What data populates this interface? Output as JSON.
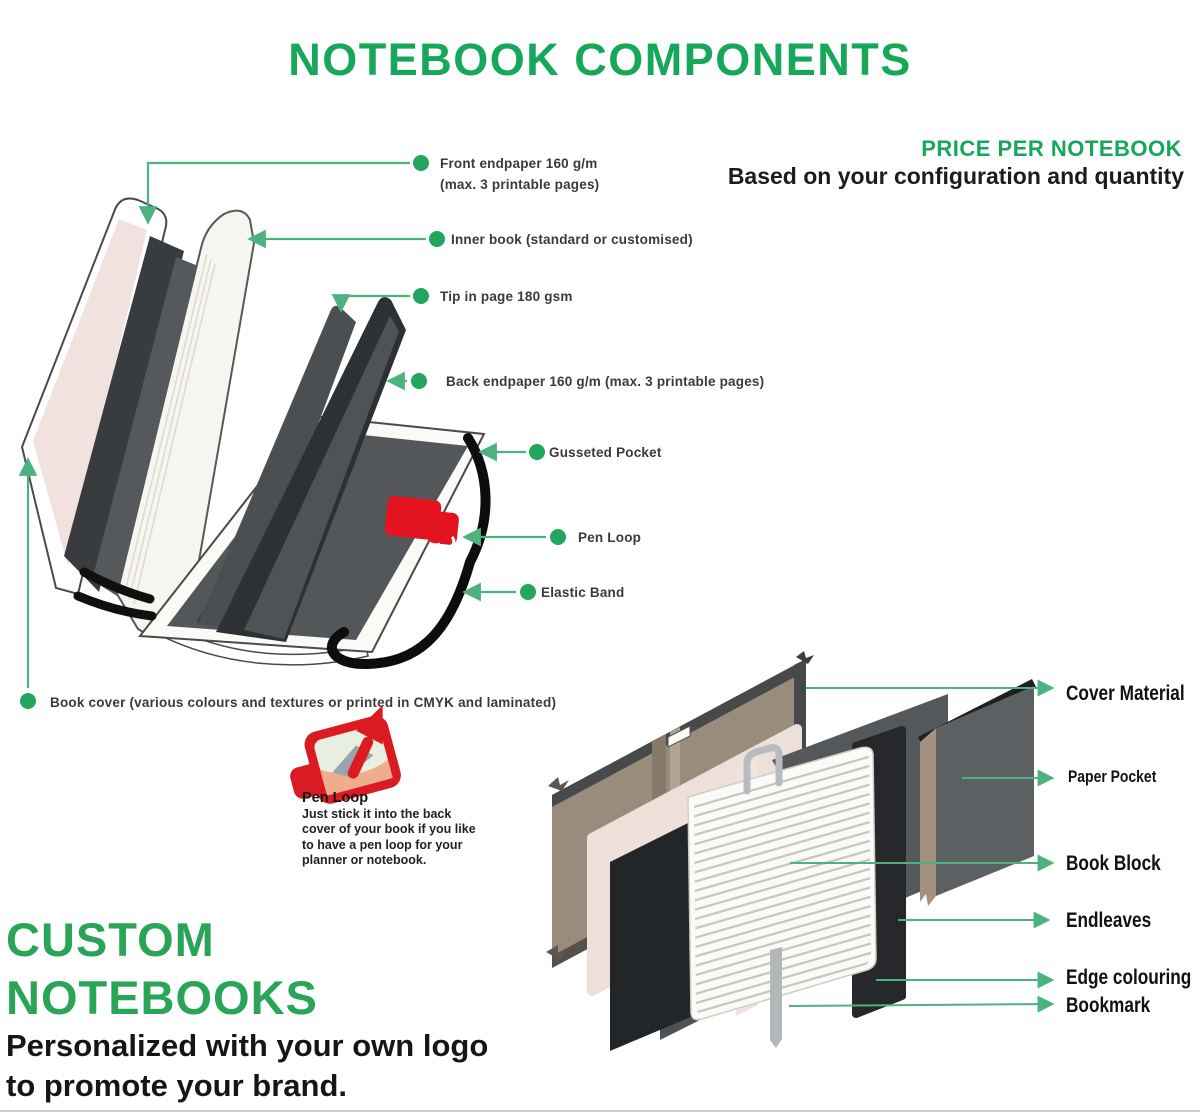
{
  "header": {
    "title": "NOTEBOOK COMPONENTS",
    "price_heading": "PRICE PER NOTEBOOK",
    "price_subheading": "Based on your configuration and quantity"
  },
  "open_notebook": {
    "labels": {
      "front_endpaper": {
        "line1": "Front endpaper 160 g/m",
        "line2": "(max. 3 printable pages)"
      },
      "inner_book": "Inner book (standard or customised)",
      "tip_in_page": "Tip in page 180 gsm",
      "back_endpaper": "Back endpaper 160 g/m (max. 3 printable pages)",
      "gusseted_pocket": "Gusseted Pocket",
      "pen_loop": "Pen Loop",
      "elastic_band": "Elastic Band",
      "book_cover": "Book cover (various colours and textures or printed in CMYK and laminated)"
    }
  },
  "pen_loop_note": {
    "title": "Pen Loop",
    "body": "Just stick it into the back cover of your book if you like to have a pen loop for your planner or notebook."
  },
  "exploded_notebook": {
    "labels": {
      "cover_material": "Cover Material",
      "paper_pocket": "Paper Pocket",
      "book_block": "Book Block",
      "endleaves": "Endleaves",
      "edge_colouring": "Edge colouring",
      "bookmark": "Bookmark"
    }
  },
  "footer": {
    "headline": [
      "CUSTOM",
      "NOTEBOOKS"
    ],
    "subline": [
      "Personalized with your own logo",
      "to promote your brand."
    ]
  },
  "colors": {
    "accent_green": "#16a75a",
    "callout_line_green": "#4db37e",
    "callout_dot_green": "#22a55c",
    "pen_loop_red": "#da1b22",
    "cover_tan": "#9a8c7d",
    "endpaper_pink": "#ece0d9",
    "dark_panel": "#2e3134"
  }
}
